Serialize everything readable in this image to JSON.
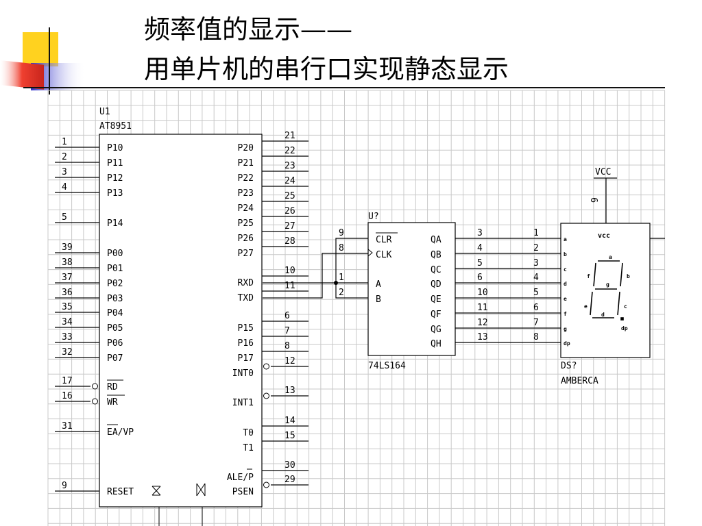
{
  "slide": {
    "title_line1": "频率值的显示——",
    "title_line2": "用单片机的串行口实现静态显示"
  },
  "mcu": {
    "ref": "U1",
    "part": "AT8951",
    "left_pins": [
      {
        "num": "1",
        "name": "P10"
      },
      {
        "num": "2",
        "name": "P11"
      },
      {
        "num": "3",
        "name": "P12"
      },
      {
        "num": "4",
        "name": "P13"
      },
      {
        "num": "5",
        "name": "P14"
      },
      {
        "num": "39",
        "name": "P00"
      },
      {
        "num": "38",
        "name": "P01"
      },
      {
        "num": "37",
        "name": "P02"
      },
      {
        "num": "36",
        "name": "P03"
      },
      {
        "num": "35",
        "name": "P04"
      },
      {
        "num": "34",
        "name": "P05"
      },
      {
        "num": "33",
        "name": "P06"
      },
      {
        "num": "32",
        "name": "P07"
      },
      {
        "num": "17",
        "name": "RD"
      },
      {
        "num": "16",
        "name": "WR"
      },
      {
        "num": "31",
        "name": "EA/VP"
      },
      {
        "num": "9",
        "name": "RESET"
      }
    ],
    "right_pins": [
      {
        "num": "21",
        "name": "P20"
      },
      {
        "num": "22",
        "name": "P21"
      },
      {
        "num": "23",
        "name": "P22"
      },
      {
        "num": "24",
        "name": "P23"
      },
      {
        "num": "25",
        "name": "P24"
      },
      {
        "num": "26",
        "name": "P25"
      },
      {
        "num": "27",
        "name": "P26"
      },
      {
        "num": "28",
        "name": "P27"
      },
      {
        "num": "10",
        "name": "RXD"
      },
      {
        "num": "11",
        "name": "TXD"
      },
      {
        "num": "6",
        "name": "P15"
      },
      {
        "num": "7",
        "name": "P16"
      },
      {
        "num": "8",
        "name": "P17"
      },
      {
        "num": "12",
        "name": "INT0"
      },
      {
        "num": "13",
        "name": "INT1"
      },
      {
        "num": "14",
        "name": "T0"
      },
      {
        "num": "15",
        "name": "T1"
      },
      {
        "num": "30",
        "name": "ALE/P"
      },
      {
        "num": "29",
        "name": "PSEN"
      }
    ]
  },
  "shift_register": {
    "ref": "U?",
    "part": "74LS164",
    "left_pins": [
      {
        "num": "9",
        "name": "CLR"
      },
      {
        "num": "8",
        "name": "CLK"
      },
      {
        "num": "1",
        "name": "A"
      },
      {
        "num": "2",
        "name": "B"
      }
    ],
    "right_pins": [
      {
        "num": "3",
        "name": "QA"
      },
      {
        "num": "4",
        "name": "QB"
      },
      {
        "num": "5",
        "name": "QC"
      },
      {
        "num": "6",
        "name": "QD"
      },
      {
        "num": "10",
        "name": "QE"
      },
      {
        "num": "11",
        "name": "QF"
      },
      {
        "num": "12",
        "name": "QG"
      },
      {
        "num": "13",
        "name": "QH"
      }
    ]
  },
  "display": {
    "ref": "DS?",
    "part": "AMBERCA",
    "vcc_net": "VCC",
    "vcc_pin": "9",
    "vcc_label": "vcc",
    "pins": [
      {
        "num": "1",
        "seg": "a"
      },
      {
        "num": "2",
        "seg": "b"
      },
      {
        "num": "3",
        "seg": "c"
      },
      {
        "num": "4",
        "seg": "d"
      },
      {
        "num": "5",
        "seg": "e"
      },
      {
        "num": "6",
        "seg": "f"
      },
      {
        "num": "7",
        "seg": "g"
      },
      {
        "num": "8",
        "seg": "dp"
      }
    ],
    "segment_labels": [
      "a",
      "b",
      "c",
      "d",
      "e",
      "f",
      "g",
      "dp"
    ]
  },
  "colors": {
    "grid": "#c8c8c8",
    "wire": "#000000",
    "deco_yellow": "#ffd21f",
    "deco_red": "#e8322a",
    "deco_blue": "#2f2fc8"
  }
}
